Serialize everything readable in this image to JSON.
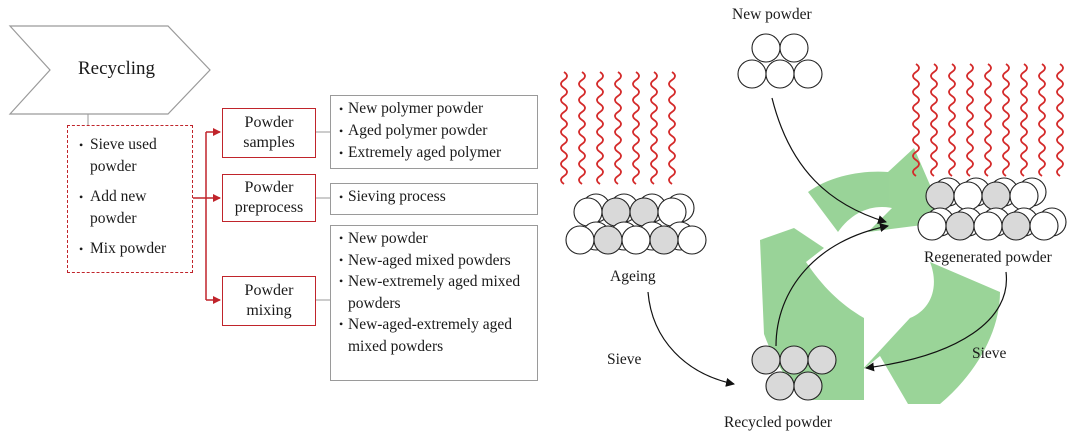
{
  "header": {
    "label": "Recycling"
  },
  "steps": {
    "items": [
      "Sieve used powder",
      "Add new powder",
      "Mix powder"
    ]
  },
  "categories": [
    {
      "title": "Powder samples",
      "items": [
        "New polymer powder",
        "Aged polymer powder",
        "Extremely aged polymer"
      ]
    },
    {
      "title": "Powder preprocess",
      "items": [
        "Sieving process"
      ]
    },
    {
      "title": "Powder mixing",
      "items": [
        "New powder",
        "New-aged mixed powders",
        "New-extremely aged mixed powders",
        "New-aged-extremely aged mixed powders"
      ]
    }
  ],
  "cycle": {
    "new_powder": "New powder",
    "ageing": "Ageing",
    "regenerated_powder": "Regenerated powder",
    "sieve_left": "Sieve",
    "sieve_right": "Sieve",
    "recycled_powder": "Recycled powder"
  },
  "colors": {
    "accent_red": "#c0242b",
    "heat_red": "#d42a2a",
    "recycle_green": "#8fcf8d",
    "box_border": "#9a9a9a",
    "particle_grey": "#d9d9d9"
  }
}
